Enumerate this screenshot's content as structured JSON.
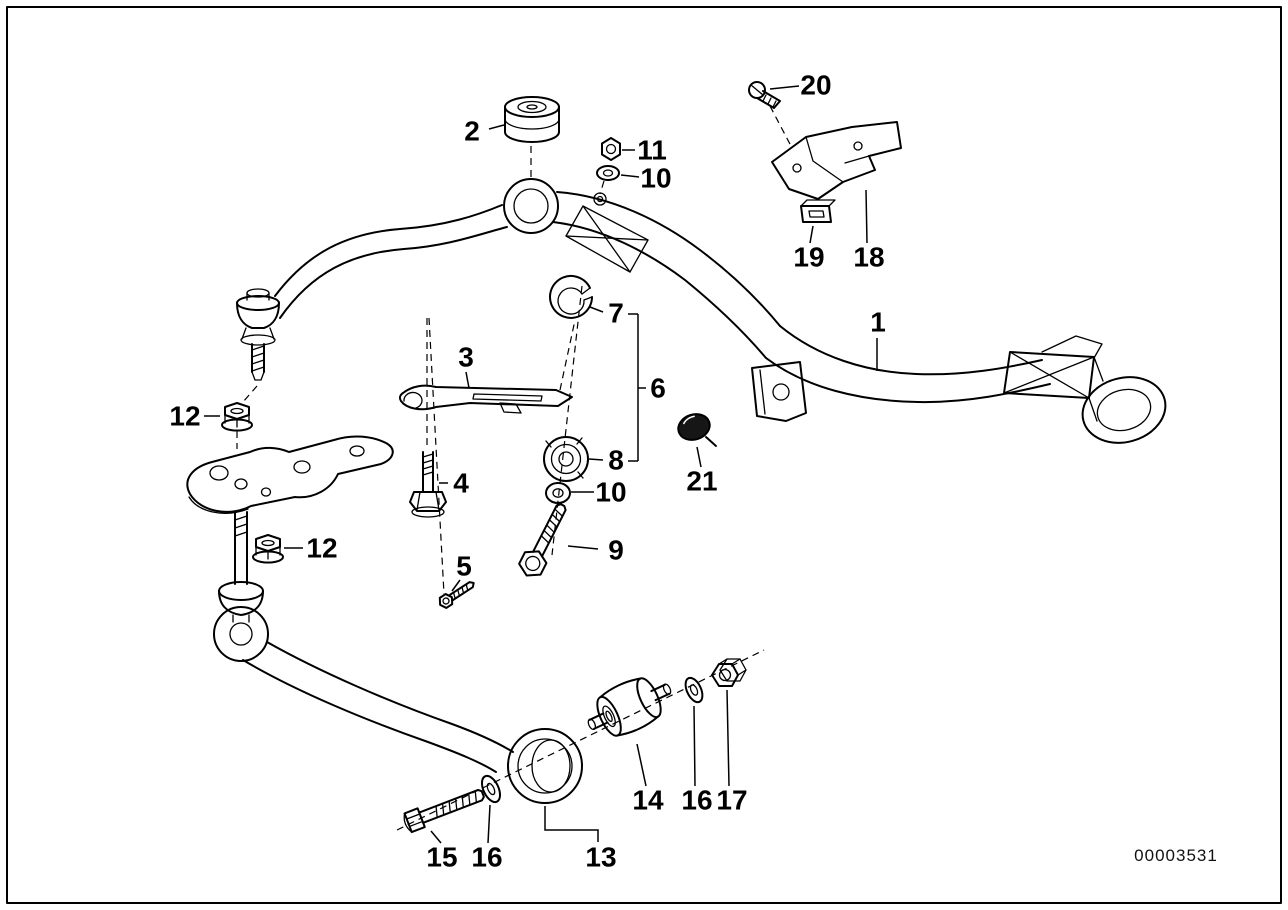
{
  "diagram": {
    "type": "exploded-parts-diagram",
    "drawing_number": "00003531",
    "colors": {
      "ink": "#000000",
      "paper": "#ffffff"
    },
    "callouts": [
      {
        "ref": "2"
      },
      {
        "ref": "11"
      },
      {
        "ref": "10"
      },
      {
        "ref": "20"
      },
      {
        "ref": "19"
      },
      {
        "ref": "18"
      },
      {
        "ref": "1"
      },
      {
        "ref": "7"
      },
      {
        "ref": "6"
      },
      {
        "ref": "3"
      },
      {
        "ref": "8"
      },
      {
        "ref": "10"
      },
      {
        "ref": "9"
      },
      {
        "ref": "4"
      },
      {
        "ref": "12"
      },
      {
        "ref": "12"
      },
      {
        "ref": "5"
      },
      {
        "ref": "21"
      },
      {
        "ref": "15"
      },
      {
        "ref": "16"
      },
      {
        "ref": "13"
      },
      {
        "ref": "14"
      },
      {
        "ref": "16"
      },
      {
        "ref": "17"
      }
    ]
  }
}
